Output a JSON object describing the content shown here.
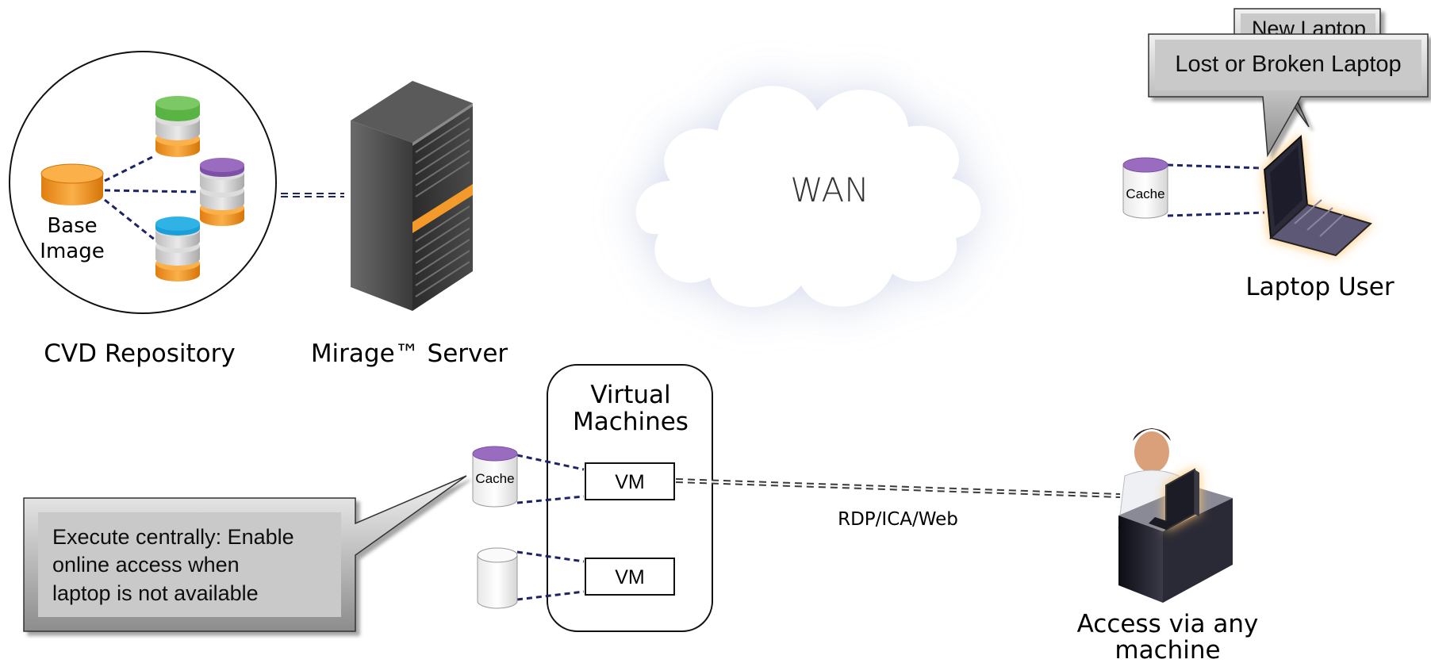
{
  "labels": {
    "base_image_line1": "Base",
    "base_image_line2": "Image",
    "cvd_repository": "CVD Repository",
    "mirage_server": "Mirage™ Server",
    "wan": "WAN",
    "laptop_user": "Laptop User",
    "cache_laptop": "Cache",
    "cache_vm": "Cache",
    "virtual_machines_line1": "Virtual",
    "virtual_machines_line2": "Machines",
    "vm1": "VM",
    "vm2": "VM",
    "protocol": "RDP/ICA/Web",
    "access_line1": "Access via any",
    "access_line2": "machine"
  },
  "callouts": {
    "new_laptop": "New Laptop",
    "lost_laptop": "Lost or Broken Laptop",
    "execute_line1": "Execute centrally: Enable",
    "execute_line2": "online access when",
    "execute_line3": "laptop is not available"
  },
  "colors": {
    "orange": "#f39a2b",
    "green": "#5ab443",
    "purple": "#9a6cc0",
    "blue": "#2fb2e6",
    "navy_line": "#1d2466",
    "callout_fill": "#c9c9c9",
    "laptop_glow": "#ff9a3c"
  },
  "icons": {
    "server": "server-rack-icon",
    "cloud": "cloud-icon",
    "laptop": "laptop-icon",
    "workstation": "person-at-desk-icon"
  }
}
